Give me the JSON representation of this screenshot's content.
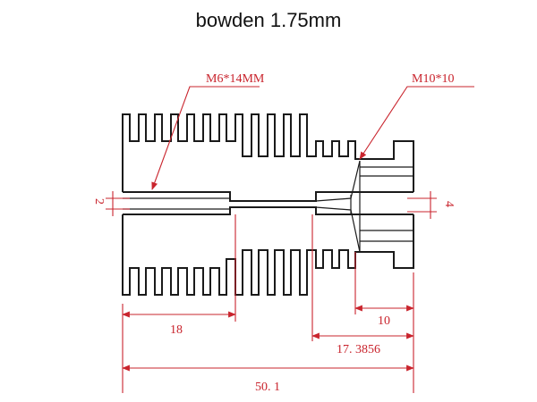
{
  "title": "bowden 1.75mm",
  "labels": {
    "left_thread": "M6*14MM",
    "right_thread": "M10*10",
    "left_bore": "2",
    "right_bore": "4",
    "dim_18": "18",
    "dim_10": "10",
    "dim_17": "17. 3856",
    "dim_50": "50. 1"
  },
  "colors": {
    "dimension": "#c9242d",
    "outline": "#1a1a1a"
  }
}
